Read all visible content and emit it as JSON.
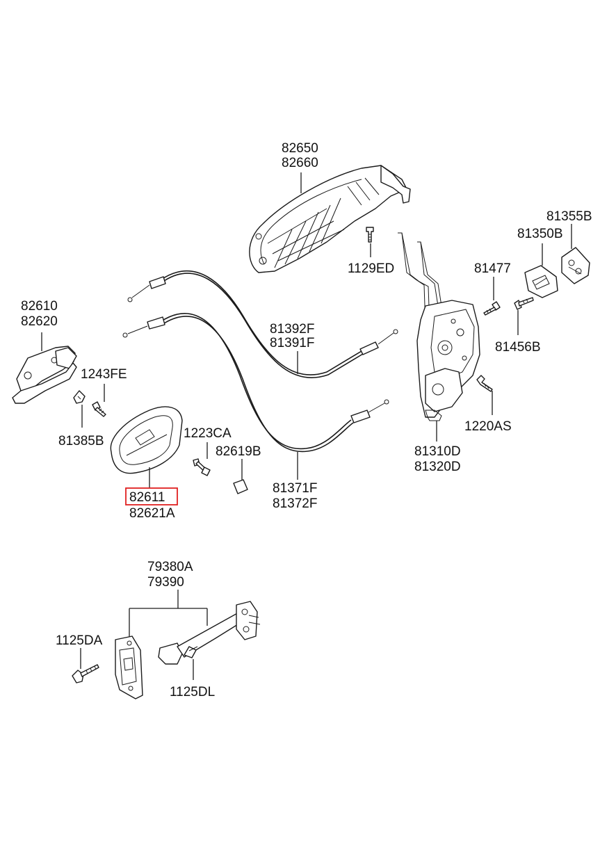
{
  "colors": {
    "highlight": "#e02020",
    "line": "#1a1a1a",
    "background": "#ffffff"
  },
  "labels": {
    "p82650": "82650",
    "p82660": "82660",
    "p1129ED": "1129ED",
    "p81355B": "81355B",
    "p81350B": "81350B",
    "p81477": "81477",
    "p81456B": "81456B",
    "p82610": "82610",
    "p82620": "82620",
    "p1243FE": "1243FE",
    "p81385B": "81385B",
    "p81392F": "81392F",
    "p81391F": "81391F",
    "p1223CA": "1223CA",
    "p82619B": "82619B",
    "p1220AS": "1220AS",
    "p81310D": "81310D",
    "p81320D": "81320D",
    "p82611": "82611",
    "p82621A": "82621A",
    "p81371F": "81371F",
    "p81372F": "81372F",
    "p79380A": "79380A",
    "p79390": "79390",
    "p1125DA": "1125DA",
    "p1125DL": "1125DL"
  },
  "highlighted_part": "82611"
}
